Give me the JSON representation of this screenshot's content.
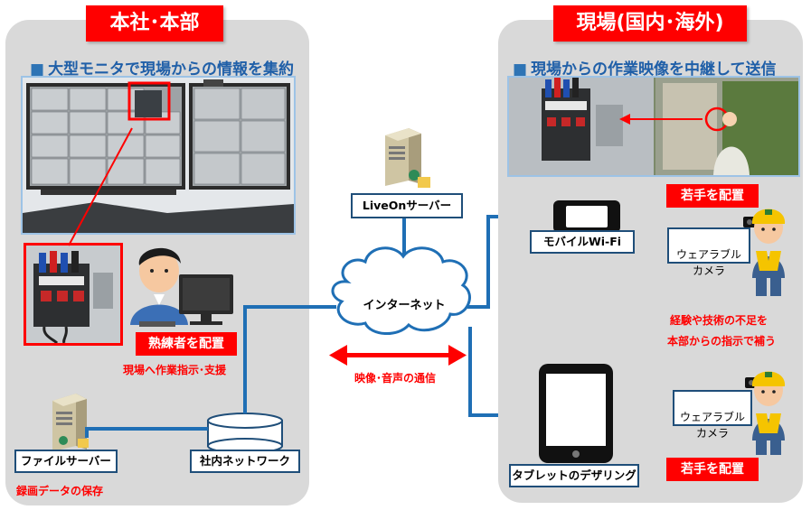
{
  "hq": {
    "title": "本社･本部",
    "monitor_heading": "大型モニタで現場からの情報を集約",
    "expert_label": "熟練者を配置",
    "expert_caption": "現場へ作業指示･支援",
    "file_server_label": "ファイルサーバー",
    "file_server_caption": "録画データの保存",
    "lan_label": "社内ネットワーク"
  },
  "center": {
    "server_label": "LiveOnサーバー",
    "internet_label": "インターネット",
    "comm_label": "映像･音声の通信"
  },
  "site": {
    "title": "現場(国内･海外)",
    "relay_heading": "現場からの作業映像を中継して送信",
    "young_label_1": "若手を配置",
    "young_label_2": "若手を配置",
    "wifi_label": "モバイルWi-Fi",
    "camera_label_1": "ウェアラブル\nカメラ",
    "camera_label_2": "ウェアラブル\nカメラ",
    "support_line_1": "経験や技術の不足を",
    "support_line_2": "本部からの指示で補う",
    "tablet_label": "タブレットのデザリング"
  },
  "colors": {
    "panel": "#d9d9d9",
    "red": "#ff0000",
    "line": "#1f6fb5",
    "heading": "#1f5fa8"
  }
}
